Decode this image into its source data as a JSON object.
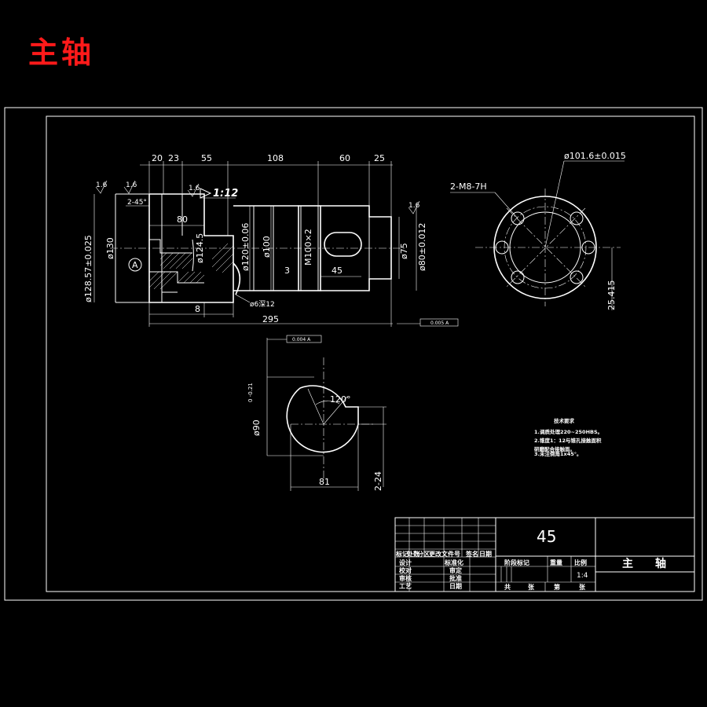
{
  "page_title": "主轴",
  "main_view": {
    "top_dims": [
      "20",
      "23",
      "55",
      "108",
      "60",
      "25"
    ],
    "roughness": [
      "1.6",
      "1.6",
      "1.6",
      "1.6"
    ],
    "chamfer_note": "2-45°",
    "taper": "1:12",
    "diameters": [
      "ø128.57±0.025",
      "ø130",
      "ø124.5",
      "ø120±0.06",
      "ø100",
      "M100×2",
      "ø75",
      "ø80±0.012"
    ],
    "inner_dims": [
      "80",
      "3",
      "45",
      "8",
      "295"
    ],
    "hole_note": "ø6深12",
    "datum_label": "A",
    "tol_frame": "0.005 A"
  },
  "side_view": {
    "diameter": "ø101.6±0.015",
    "thread": "2-M8-7H",
    "offset": "25.415"
  },
  "section_view": {
    "tol_frame": "0.004 A",
    "angle": "120°",
    "diameter": "ø90",
    "diameter_tol": "0\n-0.21",
    "width": "81",
    "slot": "2-24"
  },
  "tech_requirements": {
    "heading": "技术要求",
    "items": [
      "1.调质处理220~250HBS。",
      "2.锥度1：12与锥孔接触面积",
      "研磨配合接触面。",
      "3.未注倒角1x45°。"
    ]
  },
  "title_block": {
    "material": "45",
    "part_name": "主　　轴",
    "scale": "1:4",
    "row_labels": [
      "标记",
      "处数",
      "分区",
      "更改文件号",
      "签名",
      "日期"
    ],
    "left_labels": [
      "设计",
      "校对",
      "审核",
      "工艺"
    ],
    "mid_labels": [
      "标准化",
      "审定",
      "批准",
      "日期"
    ],
    "stage_labels": [
      "阶段标记",
      "重量",
      "比例"
    ],
    "sheet_labels": [
      "共",
      "张",
      "第",
      "张"
    ]
  }
}
